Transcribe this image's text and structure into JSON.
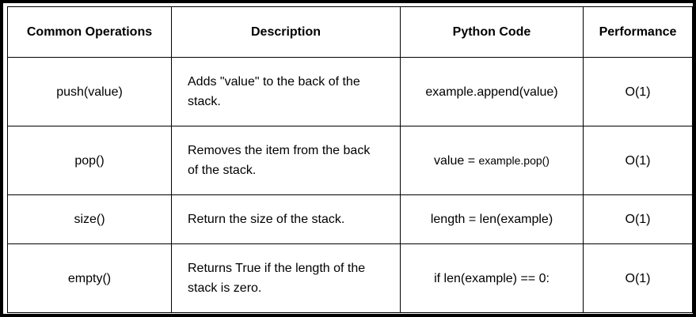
{
  "table": {
    "headers": {
      "operation": "Common Operations",
      "description": "Description",
      "code": "Python Code",
      "performance": "Performance"
    },
    "rows": [
      {
        "operation": "push(value)",
        "description": "Adds \"value\" to the back of the stack.",
        "code": "example.append(value)",
        "performance": "O(1)"
      },
      {
        "operation": "pop()",
        "description": "Removes the item from the back of the stack.",
        "code_prefix": "value = ",
        "code_suffix": "example.pop()",
        "performance": "O(1)"
      },
      {
        "operation": "size()",
        "description": "Return the size of the stack.",
        "code": "length = len(example)",
        "performance": "O(1)"
      },
      {
        "operation": "empty()",
        "description": "Returns True if the length of the stack is zero.",
        "code": "if len(example) == 0:",
        "performance": "O(1)"
      }
    ]
  }
}
